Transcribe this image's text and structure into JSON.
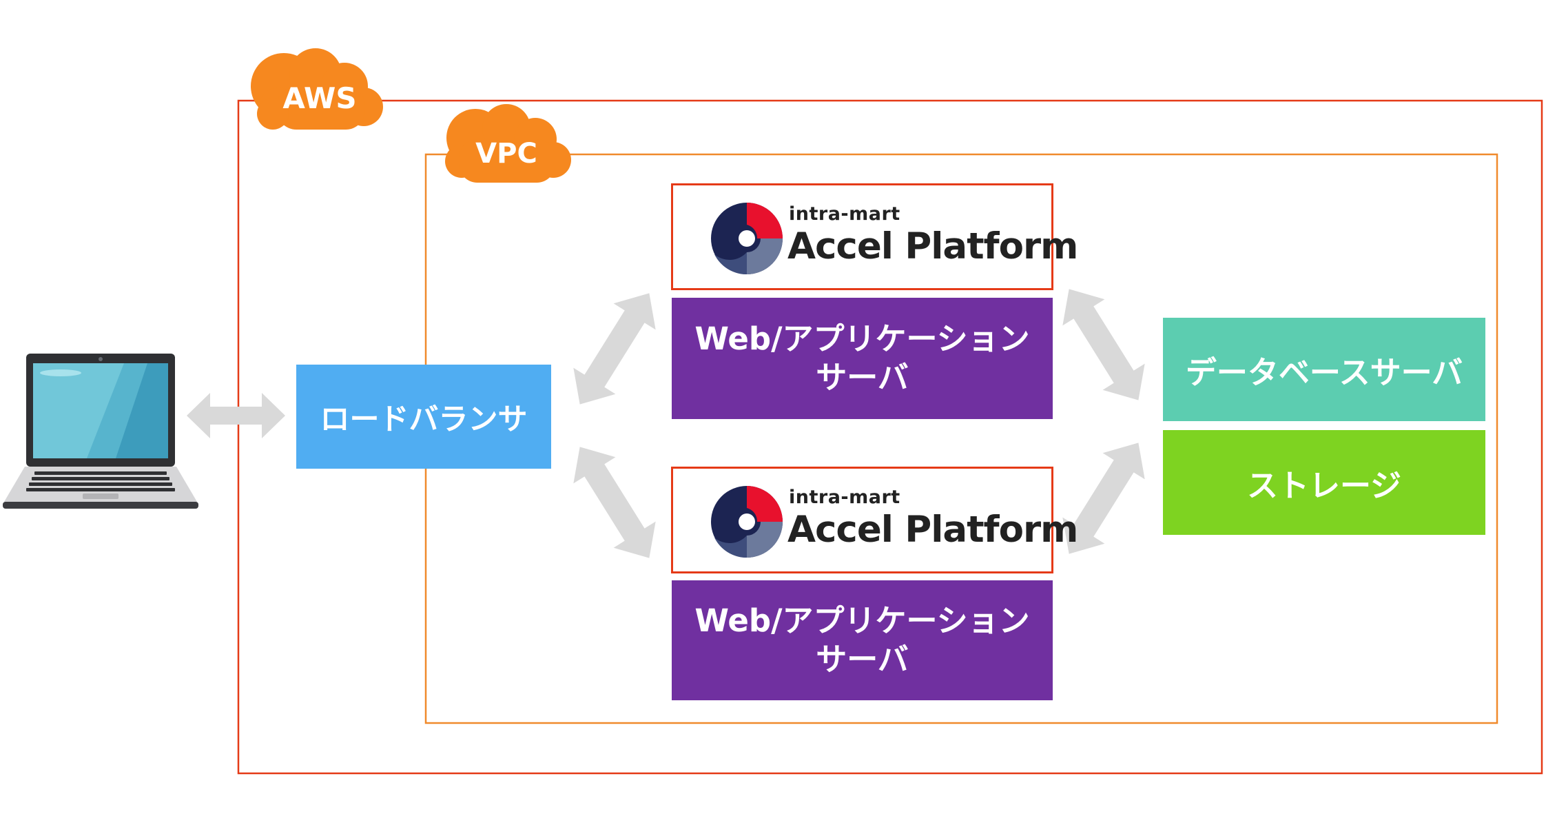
{
  "colors": {
    "aws_frame": "#e53a17",
    "vpc_frame": "#f08a2c",
    "cloud": "#f6881f",
    "load_balancer": "#50adf2",
    "app_server": "#7030a0",
    "database": "#5ccdb0",
    "storage": "#7ed321",
    "logo_border": "#e53a17",
    "arrow": "#d9d9d9"
  },
  "aws": {
    "label": "AWS",
    "icon": "cloud-icon"
  },
  "vpc": {
    "label": "VPC",
    "icon": "cloud-icon"
  },
  "client": {
    "icon": "laptop-icon"
  },
  "load_balancer": {
    "label": "ロードバランサ"
  },
  "app_servers": [
    {
      "logo_small": "intra-mart",
      "logo_big": "Accel Platform",
      "label_line1": "Web/アプリケーション",
      "label_line2": "サーバ"
    },
    {
      "logo_small": "intra-mart",
      "logo_big": "Accel Platform",
      "label_line1": "Web/アプリケーション",
      "label_line2": "サーバ"
    }
  ],
  "database": {
    "label": "データベースサーバ"
  },
  "storage": {
    "label": "ストレージ"
  },
  "logo_icon": "accel-platform-logo-icon"
}
